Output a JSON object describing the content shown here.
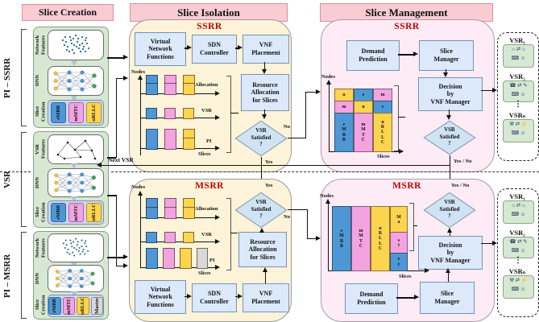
{
  "colors": {
    "header_pink": "#f9ccd4",
    "header_border": "#d98f9b",
    "green_box": "#d6e8d2",
    "green_border": "#86a284",
    "cream_box": "#fcf3d9",
    "pink_box": "#fdebf5",
    "pink_border": "#a89aa8",
    "process_blue": "#dbe9fb",
    "process_border": "#7793b5",
    "diamond_fill": "#cfe3f3",
    "embb_blue": "#4f97d4",
    "mmtc_pink": "#f2a3e0",
    "urllc_yellow": "#fdd44f",
    "master_gray": "#d8d8d8",
    "title_red": "#c00000"
  },
  "headers": {
    "creation": "Slice Creation",
    "isolation": "Slice Isolation",
    "management": "Slice Management"
  },
  "creation": {
    "groups": [
      {
        "side": "PI – SSRR",
        "features_label": "Network\nFeatures",
        "dnn_label": "DNN",
        "slice_label": "Slice\nCreation",
        "chips": [
          "eMBB",
          "mMTC",
          "uRLLC"
        ]
      },
      {
        "side": "VSR",
        "features_label": "VSR\nFeatures",
        "dnn_label": "DNN",
        "slice_label": "Slice\nCreation",
        "chips": [
          "eMBB",
          "mMTC",
          "uRLLC"
        ]
      },
      {
        "side": "PI – MSRR",
        "features_label": "Network\nFeatures",
        "dnn_label": "DNN",
        "slice_label": "Slice\nCreation",
        "chips": [
          "eMBB",
          "mMTC",
          "uRLLC",
          "Master"
        ]
      }
    ]
  },
  "isolation": {
    "ssrr": {
      "title": "SSRR",
      "vnf": "Virtual\nNetwork\nFunctions",
      "sdn": "SDN\nController",
      "vnf_placement": "VNF\nPlacement",
      "resource": "Resource\nAllocation\nfor Slices",
      "decision": "VSR\nSatisfied\n?",
      "yes": "Yes",
      "no": "No",
      "nodes": "Nodes",
      "slices": "Slices",
      "rows": [
        "Allocation",
        "VSR",
        "PI"
      ]
    },
    "msrr": {
      "title": "MSRR",
      "vnf": "Virtual\nNetwork\nFunctions",
      "sdn": "SDN\nController",
      "vnf_placement": "VNF\nPlacement",
      "resource": "Resource\nAllocation\nfor Slices",
      "decision": "VSR\nSatisfied\n?",
      "yes": "Yes",
      "no": "No",
      "nodes": "Nodes",
      "slices": "Slices",
      "rows": [
        "Allocation",
        "VSR",
        "PI"
      ]
    }
  },
  "management": {
    "ssrr": {
      "title": "SSRR",
      "demand": "Demand\nPrediction",
      "manager": "Slice\nManager",
      "decision_box": "Decision\nby\nVNF Manager",
      "decision": "VSR\nSatisfied\n?",
      "yes_no": "Yes / No",
      "nodes": "Nodes",
      "slices": "Slices",
      "bars": [
        {
          "top": "u",
          "mid": "m",
          "main": "e\nM\nB\nB"
        },
        {
          "top": "e",
          "mid": "u",
          "main": "m\nM\nT\nC"
        },
        {
          "top": "m",
          "mid": "e",
          "main": "u\nR\nL\nL\nC"
        }
      ]
    },
    "msrr": {
      "title": "MSRR",
      "demand": "Demand\nPrediction",
      "manager": "Slice\nManager",
      "decision_box": "Decision\nby\nVNF Manager",
      "decision": "VSR\nSatisfied\n?",
      "yes_no": "Yes / No",
      "nodes": "Nodes",
      "slices": "Slices",
      "bars": [
        {
          "main": "e\nM\nB\nB"
        },
        {
          "main": "m\nM\nT\nC"
        },
        {
          "main": "u\nR\nL\nL\nC"
        }
      ],
      "master_bar": {
        "top": "M\na",
        "mid": "s\nt",
        "bot": "e\nr"
      }
    }
  },
  "flow": {
    "next_vsr": "Next VSR"
  },
  "panels": {
    "top": {
      "items": [
        {
          "label": "VSR₁",
          "icons_row1": "⌂ ⇄ ⌂",
          "icons_row2": "⌨ ☺"
        },
        {
          "label": "VSR₂",
          "icons_row1": "☎ ⇄ ✎",
          "icons_row2": "⌨ ☺"
        },
        {
          "label": "VSRₙ",
          "icons_row1": "⚒ ⇄ ⚡",
          "icons_row2": "⌨ ☺"
        }
      ],
      "dots": "⋮"
    },
    "bottom": {
      "items": [
        {
          "label": "VSR₁",
          "icons_row1": "⌂ ⇄ ⌂",
          "icons_row2": "⌨ ☺"
        },
        {
          "label": "VSR₂",
          "icons_row1": "☎ ⇄ ✎",
          "icons_row2": "⌨ ☺"
        },
        {
          "label": "VSRₙ",
          "icons_row1": "⚒ ⇄ ⚡",
          "icons_row2": "⌨ ☺"
        }
      ],
      "dots": "⋮"
    }
  }
}
